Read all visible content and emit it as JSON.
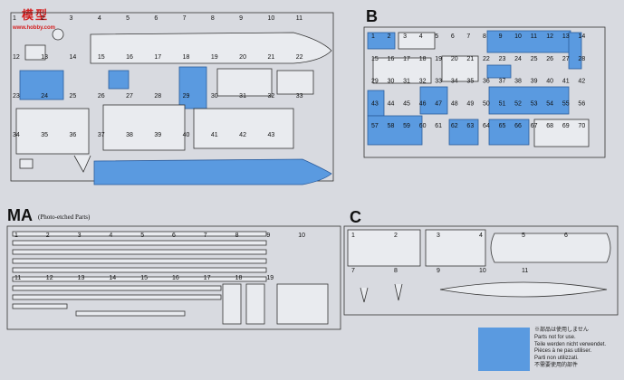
{
  "watermark": {
    "brand": "模型",
    "url": "www.hobby.com"
  },
  "sections": {
    "b_label": "B",
    "ma_label": "MA",
    "ma_sub": "(Photo-etched Parts)",
    "c_label": "C"
  },
  "legend": {
    "lines": [
      "※部品は使用しません",
      "Parts not for use.",
      "Teile werden nicht verwendet.",
      "Pièces à ne pas utiliser.",
      "Parti non utilizzati.",
      "不需要使用的部件"
    ],
    "color": "#5a9ae0"
  },
  "sprue_a": {
    "numbers": [
      "1",
      "2",
      "3",
      "4",
      "5",
      "6",
      "7",
      "8",
      "9",
      "10",
      "11",
      "12",
      "13",
      "14",
      "15",
      "16",
      "17",
      "18",
      "19",
      "20",
      "21",
      "22",
      "23",
      "24",
      "25",
      "26",
      "27",
      "28",
      "29",
      "30",
      "31",
      "32",
      "33",
      "34",
      "35",
      "36",
      "37",
      "38",
      "39",
      "40",
      "41",
      "42",
      "43"
    ]
  },
  "sprue_b": {
    "numbers": [
      "1",
      "2",
      "3",
      "4",
      "5",
      "6",
      "7",
      "8",
      "9",
      "10",
      "11",
      "12",
      "13",
      "14",
      "15",
      "16",
      "17",
      "18",
      "19",
      "20",
      "21",
      "22",
      "23",
      "24",
      "25",
      "26",
      "27",
      "28",
      "29",
      "30",
      "31",
      "32",
      "33",
      "34",
      "35",
      "36",
      "37",
      "38",
      "39",
      "40",
      "41",
      "42",
      "43",
      "44",
      "45",
      "46",
      "47",
      "48",
      "49",
      "50",
      "51",
      "52",
      "53",
      "54",
      "55",
      "56",
      "57",
      "58",
      "59",
      "60",
      "61",
      "62",
      "63",
      "64",
      "65",
      "66",
      "67",
      "68",
      "69",
      "70"
    ]
  },
  "sprue_c": {
    "numbers": [
      "1",
      "2",
      "3",
      "4",
      "5",
      "6",
      "7",
      "8",
      "9",
      "10",
      "11"
    ]
  },
  "sprue_ma": {
    "numbers": [
      "1",
      "2",
      "3",
      "4",
      "5",
      "6",
      "7",
      "8",
      "9",
      "10",
      "11",
      "12",
      "13",
      "14",
      "15",
      "16",
      "17",
      "18",
      "19"
    ]
  }
}
